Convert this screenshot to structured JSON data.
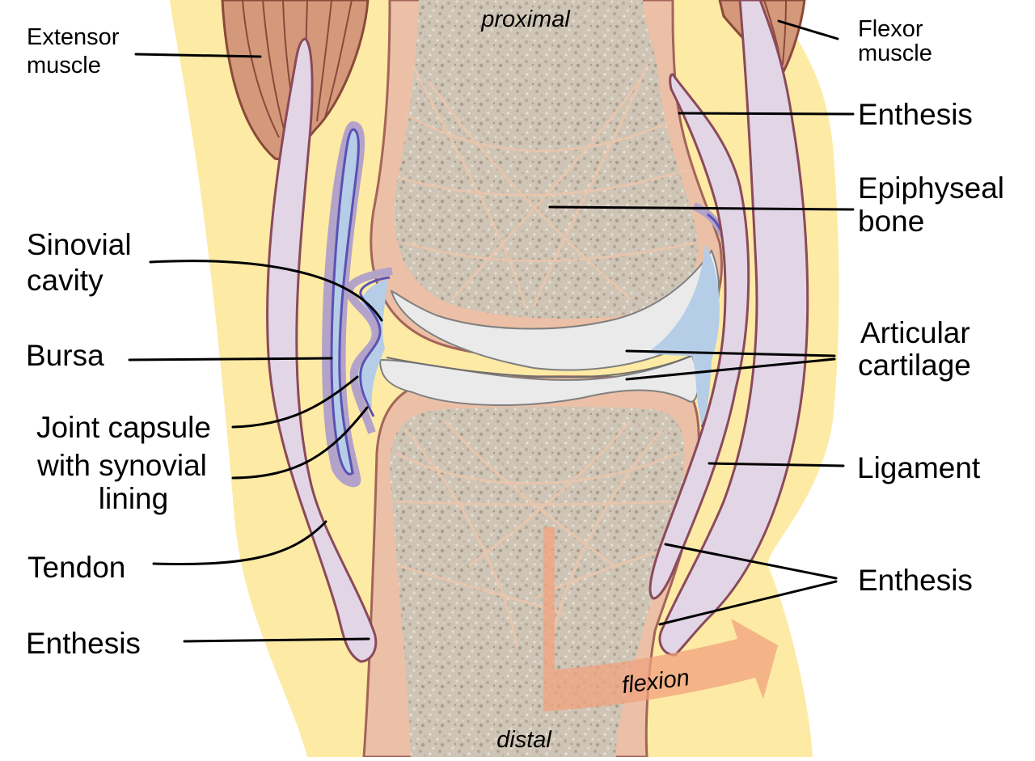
{
  "orientation": {
    "top": "proximal",
    "bottom": "distal",
    "motion": "flexion"
  },
  "labels_left": {
    "extensor_muscle": [
      "Extensor",
      "muscle"
    ],
    "synovial_cavity": [
      "Sinovial",
      "cavity"
    ],
    "bursa": "Bursa",
    "joint_capsule": [
      "Joint capsule",
      "with synovial",
      "lining"
    ],
    "tendon": "Tendon",
    "enthesis": "Enthesis"
  },
  "labels_right": {
    "flexor_muscle": [
      "Flexor",
      "muscle"
    ],
    "enthesis_top": "Enthesis",
    "epiphyseal_bone": [
      "Epiphyseal",
      "bone"
    ],
    "articular_cartilage": [
      "Articular",
      "cartilage"
    ],
    "ligament": "Ligament",
    "enthesis_bottom": "Enthesis"
  },
  "colors": {
    "soft_tissue": "#fdeaa4",
    "muscle": "#d4997a",
    "muscle_outline": "#8a4a3a",
    "tendon": "#e2d5e6",
    "tendon_outline": "#8a4a5a",
    "periosteum": "#ecc0a6",
    "bone_marrow": "#cfc5b6",
    "cartilage": "#eaeaea",
    "synovial_fluid": "#b6cde8",
    "synovial_lining": "#5a52b4",
    "capsule": "#b3a3c9",
    "flexion_arrow": "#f0a27e"
  }
}
